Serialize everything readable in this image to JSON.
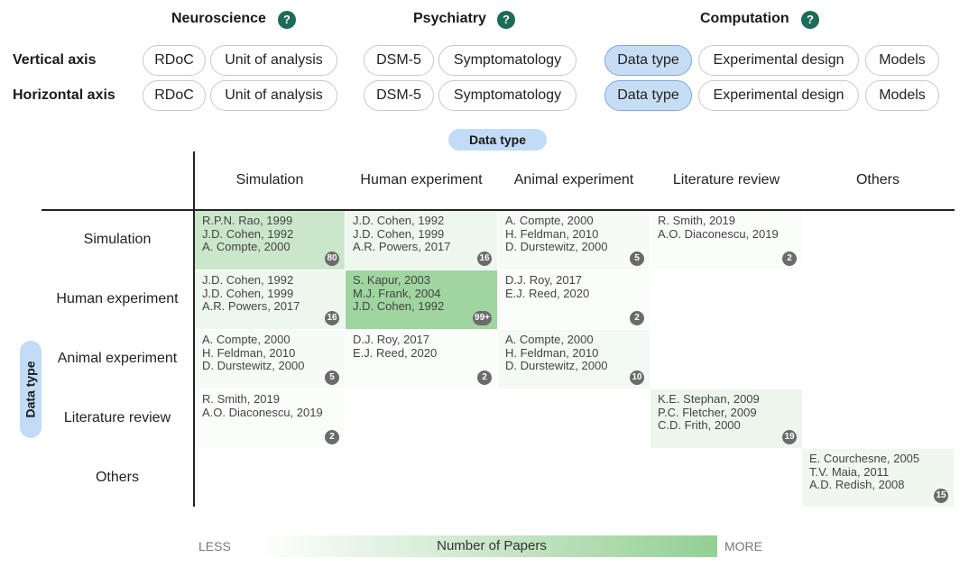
{
  "categories": [
    {
      "title": "Neuroscience",
      "help": "?"
    },
    {
      "title": "Psychiatry",
      "help": "?"
    },
    {
      "title": "Computation",
      "help": "?"
    }
  ],
  "axes": {
    "vertical_label": "Vertical axis",
    "horizontal_label": "Horizontal axis"
  },
  "chips": {
    "neuro": [
      "RDoC",
      "Unit of analysis"
    ],
    "psych": [
      "DSM-5",
      "Symptomatology"
    ],
    "comp": [
      "Data type",
      "Experimental design",
      "Models"
    ],
    "selected_vertical": "Data type",
    "selected_horizontal": "Data type"
  },
  "matrix": {
    "col_axis_tag": "Data type",
    "row_axis_tag": "Data type",
    "columns": [
      "Simulation",
      "Human experiment",
      "Animal experiment",
      "Literature review",
      "Others"
    ],
    "rows": [
      "Simulation",
      "Human experiment",
      "Animal experiment",
      "Literature review",
      "Others"
    ],
    "cells": {
      "c00": {
        "lines": [
          "R.P.N. Rao, 1999",
          "J.D. Cohen, 1992",
          "A. Compte, 2000"
        ],
        "count": "80",
        "color": "#cbe7cb"
      },
      "c01": {
        "lines": [
          "J.D. Cohen, 1992",
          "J.D. Cohen, 1999",
          "A.R. Powers, 2017"
        ],
        "count": "16",
        "color": "#eef7ee"
      },
      "c02": {
        "lines": [
          "A. Compte, 2000",
          "H. Feldman, 2010",
          "D. Durstewitz, 2000"
        ],
        "count": "5",
        "color": "#f7fbf7"
      },
      "c03": {
        "lines": [
          "R. Smith, 2019",
          "A.O. Diaconescu, 2019"
        ],
        "count": "2",
        "color": "#fbfdfb"
      },
      "c10": {
        "lines": [
          "J.D. Cohen, 1992",
          "J.D. Cohen, 1999",
          "A.R. Powers, 2017"
        ],
        "count": "16",
        "color": "#eef7ee"
      },
      "c11": {
        "lines": [
          "S. Kapur, 2003",
          "M.J. Frank, 2004",
          "J.D. Cohen, 1992"
        ],
        "count": "99+",
        "color": "#9fd59f"
      },
      "c12": {
        "lines": [
          "D.J. Roy, 2017",
          "E.J. Reed, 2020"
        ],
        "count": "2",
        "color": "#fbfdfb"
      },
      "c20": {
        "lines": [
          "A. Compte, 2000",
          "H. Feldman, 2010",
          "D. Durstewitz, 2000"
        ],
        "count": "5",
        "color": "#f7fbf7"
      },
      "c21": {
        "lines": [
          "D.J. Roy, 2017",
          "E.J. Reed, 2020"
        ],
        "count": "2",
        "color": "#fbfdfb"
      },
      "c22": {
        "lines": [
          "A. Compte, 2000",
          "H. Feldman, 2010",
          "D. Durstewitz, 2000"
        ],
        "count": "10",
        "color": "#f3f9f3"
      },
      "c30": {
        "lines": [
          "R. Smith, 2019",
          "A.O. Diaconescu, 2019"
        ],
        "count": "2",
        "color": "#fbfdfb"
      },
      "c33": {
        "lines": [
          "K.E. Stephan, 2009",
          "P.C. Fletcher, 2009",
          "C.D. Frith, 2000"
        ],
        "count": "19",
        "color": "#edf6ed"
      },
      "c44": {
        "lines": [
          "E. Courchesne, 2005",
          "T.V. Maia, 2011",
          "A.D. Redish, 2008"
        ],
        "count": "15",
        "color": "#eff7ef"
      }
    }
  },
  "legend": {
    "less": "LESS",
    "label": "Number of Papers",
    "more": "MORE"
  }
}
